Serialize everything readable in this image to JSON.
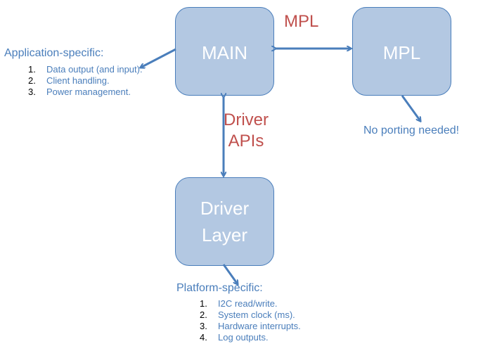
{
  "boxes": {
    "main": "MAIN",
    "mpl": "MPL",
    "driver_layer": "Driver\nLayer"
  },
  "connection_labels": {
    "main_mpl": "MPL",
    "main_driver": "Driver\nAPIs"
  },
  "application_specific": {
    "heading": "Application-specific:",
    "items": [
      {
        "num": "1.",
        "text": "Data output (and input)."
      },
      {
        "num": "2.",
        "text": "Client handling."
      },
      {
        "num": "3.",
        "text": "Power management."
      }
    ]
  },
  "mpl_note": "No porting needed!",
  "platform_specific": {
    "heading": "Platform-specific:",
    "items": [
      {
        "num": "1.",
        "text": "I2C read/write."
      },
      {
        "num": "2.",
        "text": "System clock (ms)."
      },
      {
        "num": "3.",
        "text": "Hardware interrupts."
      },
      {
        "num": "4.",
        "text": "Log outputs."
      }
    ]
  },
  "colors": {
    "box_fill": "#b3c8e2",
    "box_border": "#4a7ebb",
    "box_text": "#ffffff",
    "connector_label": "#c0504d",
    "note_text": "#4a7ebb",
    "arrow": "#4a7ebb"
  }
}
